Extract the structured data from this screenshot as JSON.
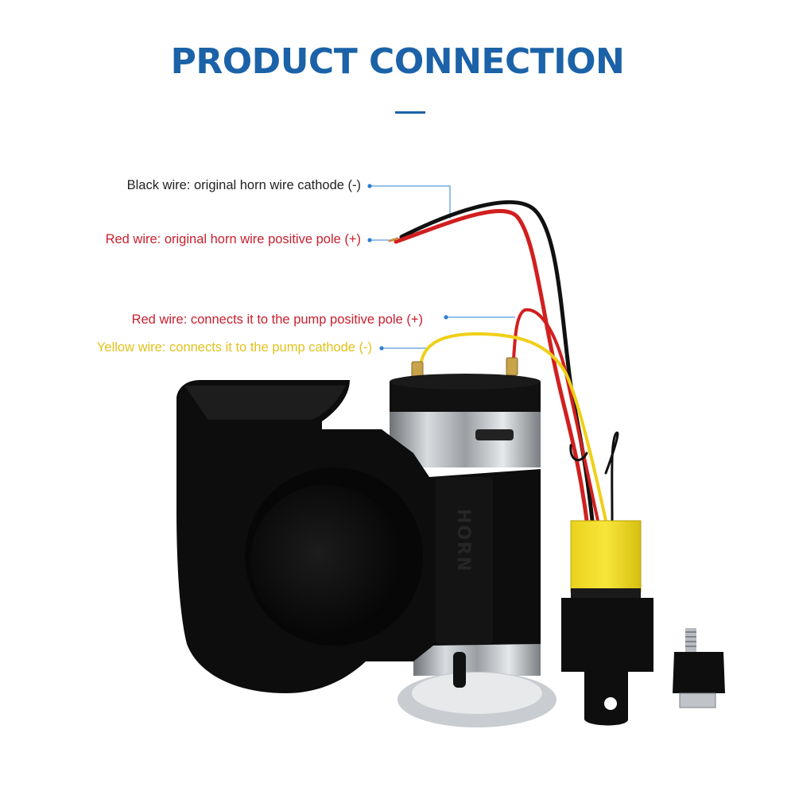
{
  "header": {
    "title": "PRODUCT CONNECTION"
  },
  "callouts": {
    "black_wire": "Black wire: original horn wire cathode (-)",
    "red_wire_horn": "Red wire: original horn wire positive pole (+)",
    "red_wire_pump": "Red wire: connects it to the pump positive pole (+)",
    "yellow_wire_pump": "Yellow wire: connects it to the pump cathode (-)"
  },
  "product": {
    "housing_text": "HORN"
  },
  "colors": {
    "title_blue": "#1b62a8",
    "pointer_blue": "#2f7fd0",
    "red_label": "#c8202e",
    "yellow_label": "#e3c21c",
    "black_label": "#222222"
  }
}
